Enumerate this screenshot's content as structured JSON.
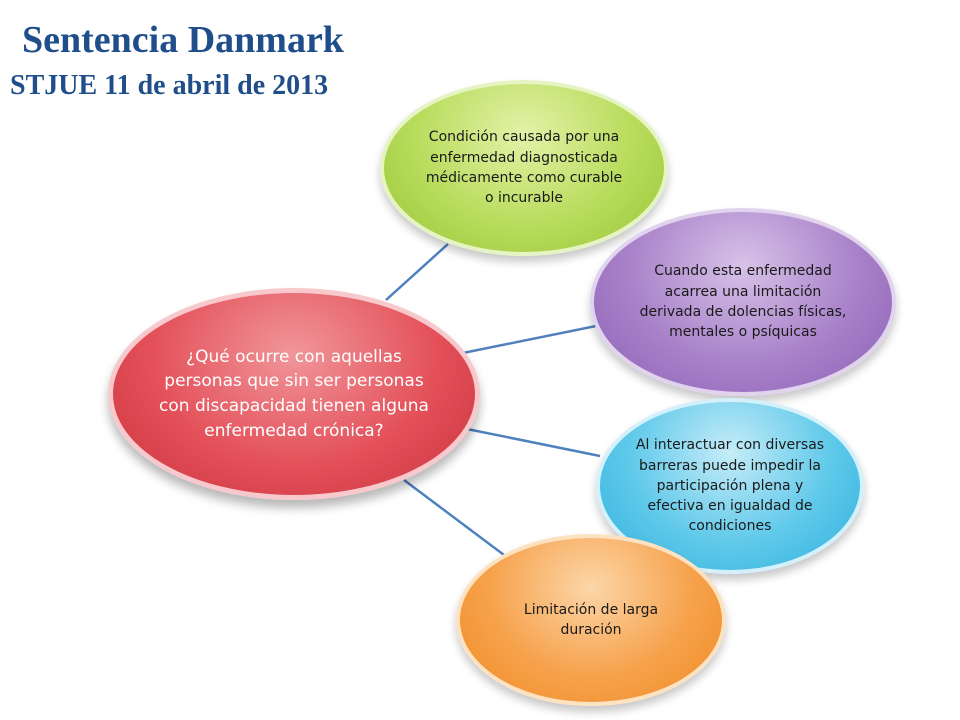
{
  "title": "Sentencia Danmark",
  "subtitle": "STJUE 11 de abril de 2013",
  "colors": {
    "title": "#1f4e8a",
    "connector": "#4f81bd",
    "center": "#e4515a",
    "green": "#b8dc5c",
    "purple": "#a881c9",
    "cyan": "#5fc9ea",
    "orange": "#f6a24c"
  },
  "nodes": {
    "center": "¿Qué ocurre con aquellas personas que  sin ser personas con discapacidad tienen alguna enfermedad crónica?",
    "green": "Condición causada por una enfermedad diagnosticada médicamente como curable o incurable",
    "purple": "Cuando esta enfermedad  acarrea una limitación derivada de dolencias físicas, mentales o psíquicas",
    "cyan": "Al interactuar con diversas barreras puede impedir la participación plena y efectiva en igualdad de condiciones",
    "orange": "Limitación de larga duración"
  }
}
